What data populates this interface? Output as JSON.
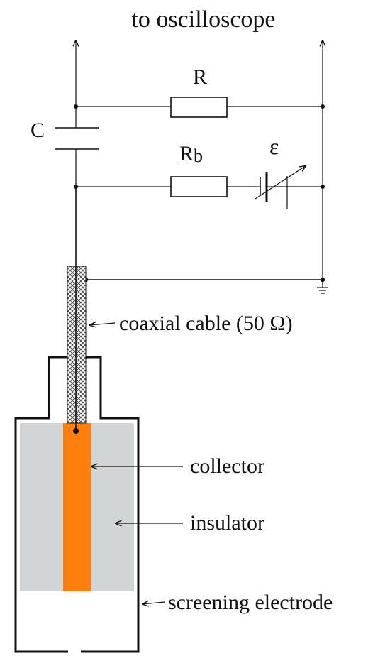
{
  "labels": {
    "title": "to oscilloscope",
    "capacitor": "C",
    "resistor": "R",
    "bias_resistor_main": "R",
    "bias_resistor_sub": "b",
    "emf": "ε",
    "coax": "coaxial cable (50 Ω)",
    "collector": "collector",
    "insulator": "insulator",
    "screen": "screening electrode"
  },
  "colors": {
    "line": "#111111",
    "collector": "#FF7F0E",
    "insulator": "#D3D4D6",
    "background": "#FFFFFF"
  }
}
